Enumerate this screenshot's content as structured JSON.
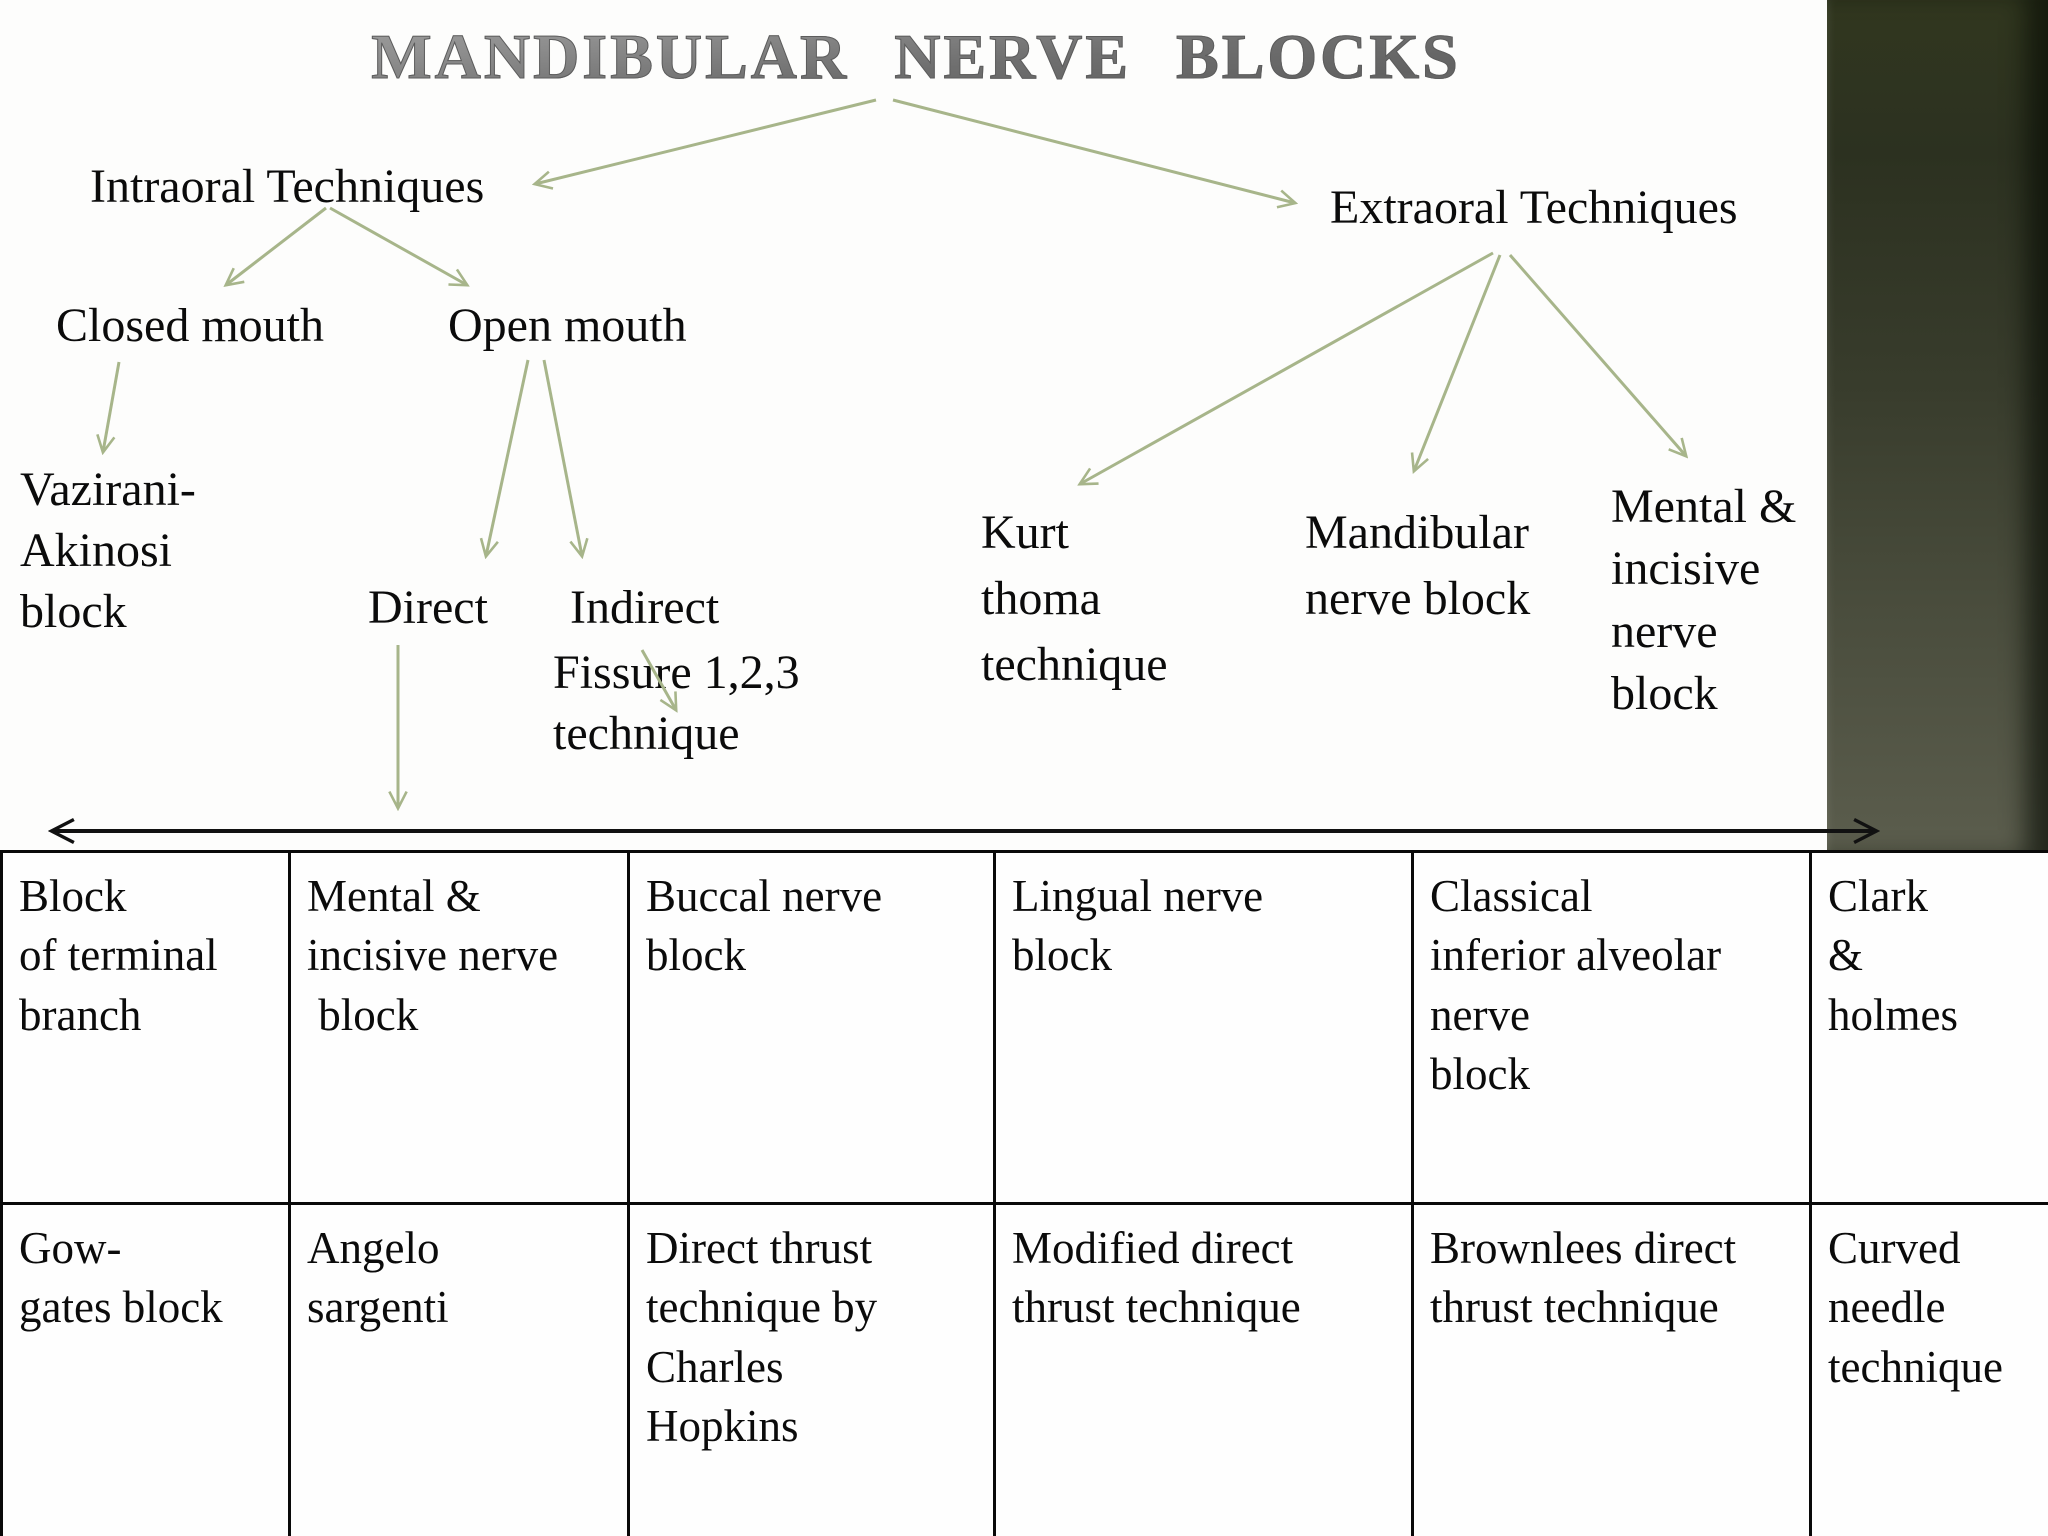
{
  "slide": {
    "title": "MANDIBULAR NERVE BLOCKS"
  },
  "tree": {
    "intraoral_label": "Intraoral Techniques",
    "extraoral_label": "Extraoral Techniques",
    "closed_mouth_label": "Closed mouth",
    "open_mouth_label": "Open mouth",
    "vazirani_label": "Vazirani-\nAkinosi\nblock",
    "direct_label": "Direct",
    "indirect_label": "Indirect",
    "fissure_label": "Fissure 1,2,3\ntechnique",
    "kurt_label": "Kurt\nthoma\ntechnique",
    "mandibular_label": "Mandibular\nnerve block",
    "mental_label": "Mental &\nincisive\nnerve\nblock"
  },
  "table": {
    "row1": [
      "Block\nof terminal\nbranch",
      "Mental &\nincisive nerve\n block",
      "Buccal nerve\nblock",
      "Lingual nerve\nblock",
      "Classical\ninferior alveolar\nnerve\nblock",
      "Clark\n&\nholmes"
    ],
    "row2": [
      "Gow-\ngates block",
      "Angelo\nsargenti",
      "Direct thrust\ntechnique by\nCharles\nHopkins",
      "Modified direct\nthrust technique",
      "Brownlees direct\nthrust technique",
      "Curved\nneedle\ntechnique"
    ]
  },
  "colors": {
    "arrow_green": "#a7b58a",
    "arrow_black": "#111111",
    "title_silver": "#8b8b8b",
    "strip_top": "#31371f",
    "strip_bottom": "#5b5d4d",
    "text_black": "#0b0b0b"
  }
}
